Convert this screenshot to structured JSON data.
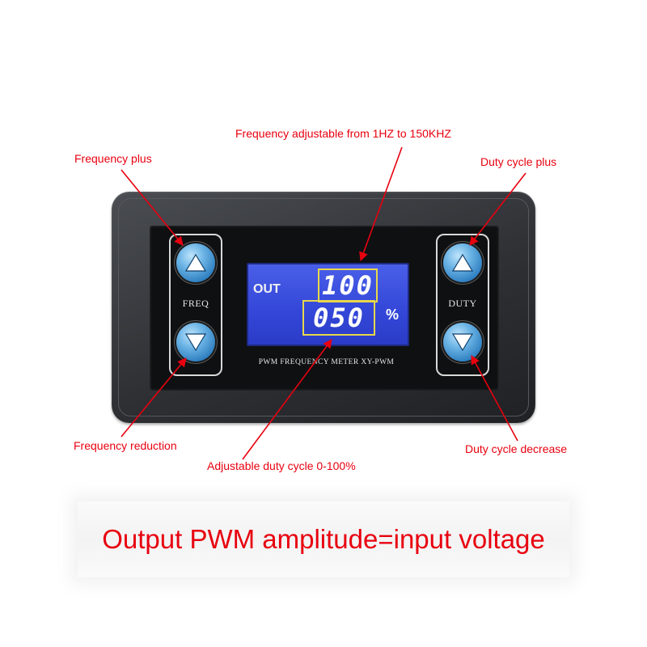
{
  "callouts": {
    "frequency_range": "Frequency adjustable from 1HZ to 150KHZ",
    "frequency_plus": "Frequency plus",
    "duty_plus": "Duty cycle plus",
    "frequency_reduction": "Frequency reduction",
    "duty_range": "Adjustable duty cycle 0-100%",
    "duty_decrease": "Duty cycle decrease"
  },
  "device": {
    "left_label": "FREQ",
    "right_label": "DUTY",
    "model_label": "PWM FREQUENCY METER XY-PWM",
    "lcd": {
      "out_label": "OUT",
      "frequency_value": "100",
      "duty_value": "050",
      "percent_symbol": "%"
    }
  },
  "banner": {
    "text": "Output PWM amplitude=input voltage"
  },
  "icons": {
    "up": "triangle-up-icon",
    "down": "triangle-down-icon"
  },
  "colors": {
    "callout_text": "#e8000f",
    "arrow": "#e8000f",
    "button_blue": "#3b8bd0",
    "lcd_blue": "#3a4fe0",
    "segment_border": "#e8d84a"
  }
}
